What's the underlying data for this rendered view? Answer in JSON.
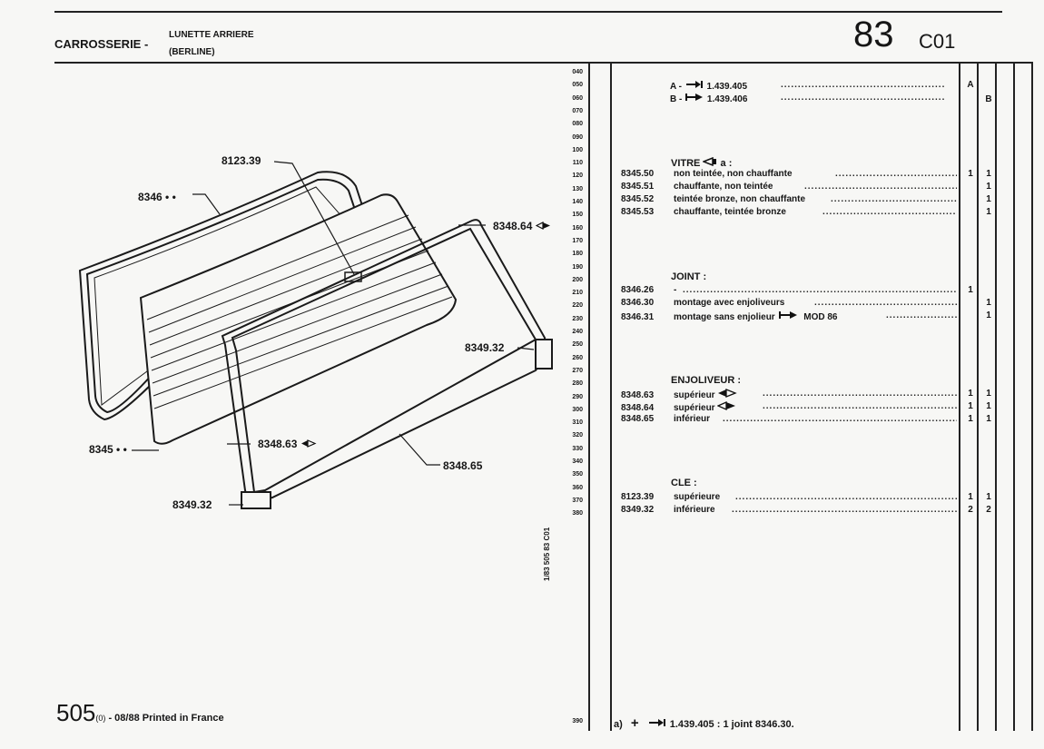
{
  "header": {
    "section": "CARROSSERIE -",
    "title_line1": "LUNETTE ARRIERE",
    "title_line2": "(BERLINE)",
    "page_number": "83",
    "page_code": "C01"
  },
  "footer": {
    "number": "505",
    "suffix": "(0)",
    "text": " - 08/88 Printed in France"
  },
  "side_code": "1/83 505 83 C01",
  "line_numbers": [
    "040",
    "050",
    "060",
    "070",
    "080",
    "090",
    "100",
    "110",
    "120",
    "130",
    "140",
    "150",
    "160",
    "170",
    "180",
    "190",
    "200",
    "210",
    "220",
    "230",
    "240",
    "250",
    "260",
    "270",
    "280",
    "290",
    "300",
    "310",
    "320",
    "330",
    "340",
    "350",
    "360",
    "370",
    "380"
  ],
  "last_line_number": "390",
  "variants": [
    {
      "code": "A -",
      "ref": "1.439.405",
      "column": "A"
    },
    {
      "code": "B -",
      "ref": "1.439.406",
      "column": "B"
    }
  ],
  "groups": [
    {
      "title": "VITRE",
      "title_suffix": "a :",
      "items": [
        {
          "ref": "8345.50",
          "desc": "non teintée, non chauffante",
          "qa": "1",
          "qb": "1"
        },
        {
          "ref": "8345.51",
          "desc": "chauffante, non teintée",
          "qa": "",
          "qb": "1"
        },
        {
          "ref": "8345.52",
          "desc": "teintée bronze, non chauffante",
          "qa": "",
          "qb": "1"
        },
        {
          "ref": "8345.53",
          "desc": "chauffante, teintée bronze",
          "qa": "",
          "qb": "1"
        }
      ]
    },
    {
      "title": "JOINT :",
      "title_suffix": "",
      "items": [
        {
          "ref": "8346.26",
          "desc": "-",
          "qa": "1",
          "qb": ""
        },
        {
          "ref": "8346.30",
          "desc": "montage avec enjoliveurs",
          "qa": "",
          "qb": "1"
        },
        {
          "ref": "8346.31",
          "desc": "montage sans enjolieur",
          "desc_suffix": "MOD 86",
          "qa": "",
          "qb": "1"
        }
      ]
    },
    {
      "title": "ENJOLIVEUR :",
      "title_suffix": "",
      "items": [
        {
          "ref": "8348.63",
          "desc": "supérieur",
          "qa": "1",
          "qb": "1"
        },
        {
          "ref": "8348.64",
          "desc": "supérieur",
          "qa": "1",
          "qb": "1"
        },
        {
          "ref": "8348.65",
          "desc": "inférieur",
          "qa": "1",
          "qb": "1"
        }
      ]
    },
    {
      "title": "CLE :",
      "title_suffix": "",
      "items": [
        {
          "ref": "8123.39",
          "desc": "supérieure",
          "qa": "1",
          "qb": "1"
        },
        {
          "ref": "8349.32",
          "desc": "inférieure",
          "qa": "2",
          "qb": "2"
        }
      ]
    }
  ],
  "note": {
    "prefix": "a)",
    "plus": "+",
    "ref": "1.439.405 : 1 joint 8346.30."
  },
  "callouts": {
    "c8123": "8123.39",
    "c8346": "8346",
    "c8348_64": "8348.64",
    "c8349_32_top": "8349.32",
    "c8345": "8345",
    "c8348_63": "8348.63",
    "c8348_65": "8348.65",
    "c8349_32_bottom": "8349.32"
  }
}
